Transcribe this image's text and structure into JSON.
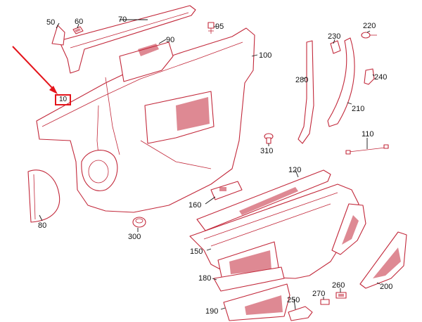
{
  "diagram": {
    "callouts": [
      {
        "id": "c10",
        "text": "10"
      },
      {
        "id": "c50",
        "text": "50"
      },
      {
        "id": "c60",
        "text": "60"
      },
      {
        "id": "c70",
        "text": "70"
      },
      {
        "id": "c80",
        "text": "80"
      },
      {
        "id": "c90",
        "text": "90"
      },
      {
        "id": "c95",
        "text": "95"
      },
      {
        "id": "c100",
        "text": "100"
      },
      {
        "id": "c110",
        "text": "110"
      },
      {
        "id": "c120",
        "text": "120"
      },
      {
        "id": "c150",
        "text": "150"
      },
      {
        "id": "c160",
        "text": "160"
      },
      {
        "id": "c180",
        "text": "180"
      },
      {
        "id": "c190",
        "text": "190"
      },
      {
        "id": "c200",
        "text": "200"
      },
      {
        "id": "c210",
        "text": "210"
      },
      {
        "id": "c220",
        "text": "220"
      },
      {
        "id": "c230",
        "text": "230"
      },
      {
        "id": "c240",
        "text": "240"
      },
      {
        "id": "c250",
        "text": "250"
      },
      {
        "id": "c260",
        "text": "260"
      },
      {
        "id": "c270",
        "text": "270"
      },
      {
        "id": "c280",
        "text": "280"
      },
      {
        "id": "c300",
        "text": "300"
      },
      {
        "id": "c310",
        "text": "310"
      }
    ],
    "highlighted_part": "10",
    "colors": {
      "part_outline": "#c2283a",
      "highlight_box": "#e4141b",
      "pointer_arrow": "#e4141b",
      "label_text": "#111111"
    }
  }
}
